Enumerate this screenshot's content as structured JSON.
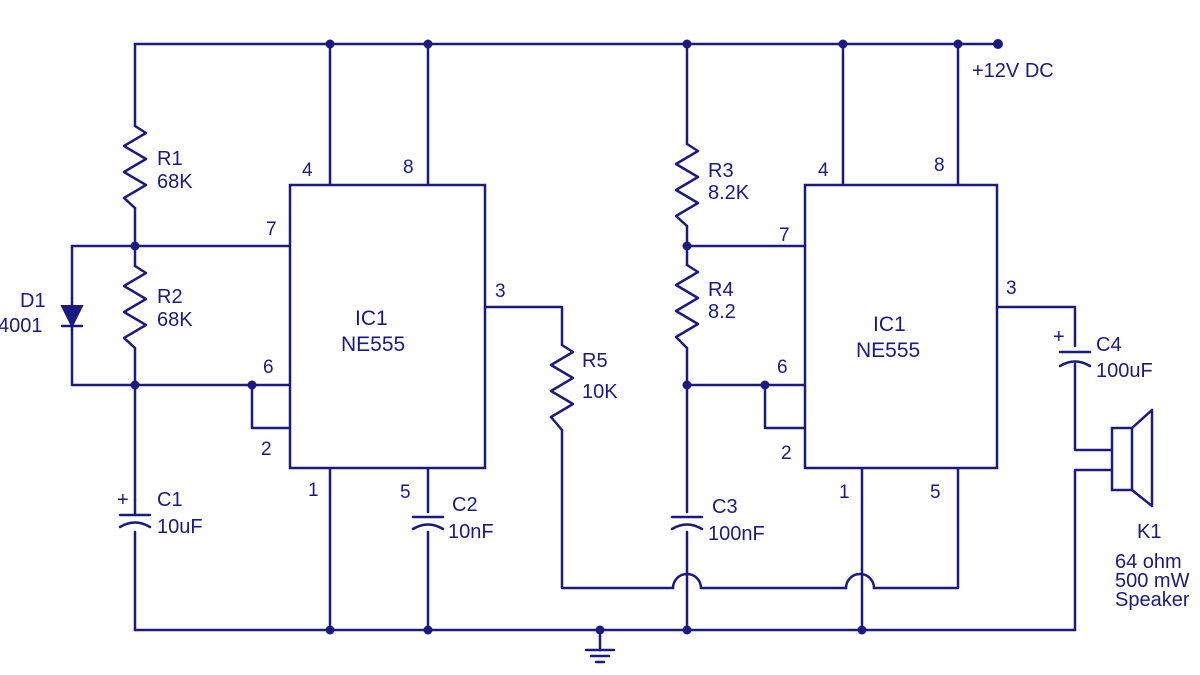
{
  "supply_label": "+12V DC",
  "ic_left": {
    "ref": "IC1",
    "part": "NE555",
    "pins": {
      "p4": "4",
      "p8": "8",
      "p7": "7",
      "p3": "3",
      "p6": "6",
      "p2": "2",
      "p1": "1",
      "p5": "5"
    }
  },
  "ic_right": {
    "ref": "IC1",
    "part": "NE555",
    "pins": {
      "p4": "4",
      "p8": "8",
      "p7": "7",
      "p3": "3",
      "p6": "6",
      "p2": "2",
      "p1": "1",
      "p5": "5"
    }
  },
  "r1": {
    "ref": "R1",
    "value": "68K"
  },
  "r2": {
    "ref": "R2",
    "value": "68K"
  },
  "r3": {
    "ref": "R3",
    "value": "8.2K"
  },
  "r4": {
    "ref": "R4",
    "value": "8.2"
  },
  "r5": {
    "ref": "R5",
    "value": "10K"
  },
  "d1": {
    "ref": "D1",
    "value": "4001"
  },
  "c1": {
    "ref": "C1",
    "value": "10uF",
    "polarity": "+"
  },
  "c2": {
    "ref": "C2",
    "value": "10nF"
  },
  "c3": {
    "ref": "C3",
    "value": "100nF"
  },
  "c4": {
    "ref": "C4",
    "value": "100uF",
    "polarity": "+"
  },
  "k1": {
    "ref": "K1",
    "line1": "64 ohm",
    "line2": "500 mW",
    "line3": "Speaker"
  },
  "colors": {
    "ink": "#1a1a80",
    "background": "#ffffff"
  }
}
